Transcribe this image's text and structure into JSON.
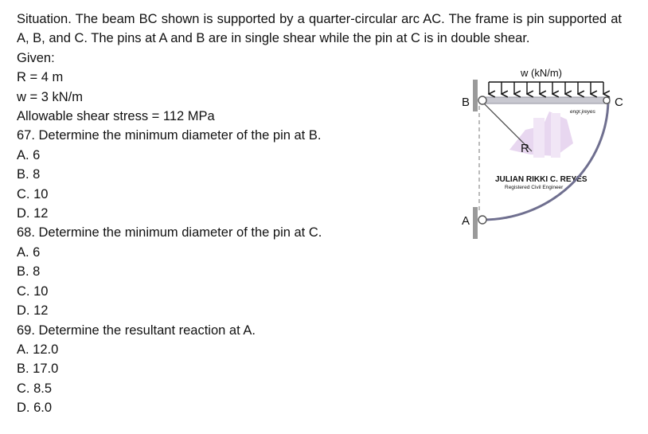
{
  "situation": "Situation. The beam BC shown is supported by a quarter-circular arc AC. The frame is pin supported at A, B, and C. The pins at A and B are in single shear while the pin at C is in double shear.",
  "given": {
    "heading": "Given:",
    "R": "R = 4 m",
    "w": "w = 3 kN/m",
    "allowable": "Allowable shear stress = 112 MPa"
  },
  "questions": [
    {
      "stem": "67. Determine the minimum diameter of the pin at B.",
      "choices": [
        "A. 6",
        "B. 8",
        "C. 10",
        "D. 12"
      ]
    },
    {
      "stem": "68. Determine the minimum diameter of the pin at C.",
      "choices": [
        "A. 6",
        "B. 8",
        "C. 10",
        "D. 12"
      ]
    },
    {
      "stem": "69. Determine the resultant reaction at A.",
      "choices": [
        "A. 12.0",
        "B. 17.0",
        "C. 8.5",
        "D. 6.0"
      ]
    }
  ],
  "figure": {
    "load_label": "w (kN/m)",
    "label_B": "B",
    "label_C": "C",
    "label_A": "A",
    "label_R": "R",
    "watermark_tag": "engr.jreyes",
    "watermark_name": "JULIAN RIKKI C. REYES",
    "watermark_sub": "Registered Civil Engineer",
    "colors": {
      "arc": "#6f6f8f",
      "beam": "#c8c8d0",
      "watermark": "#c9a4d6"
    }
  }
}
